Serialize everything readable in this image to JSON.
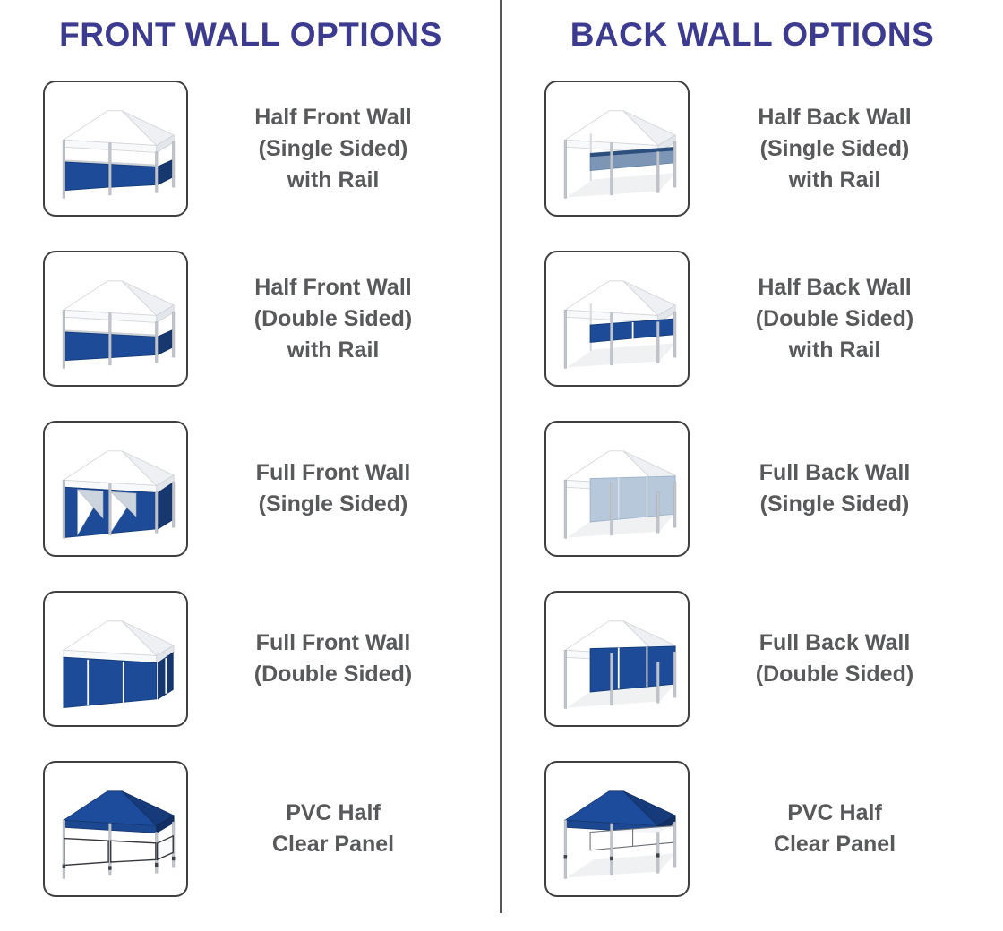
{
  "colors": {
    "heading": "#3c3b90",
    "label": "#58595b",
    "divider": "#54555a",
    "card-border": "#3f3f3f",
    "tent-blue": "#1d4b97",
    "canopy-blue": "#1e4c9d",
    "steel-blue": "#7d96b5",
    "lightwall-blue": "#b6c8da"
  },
  "columns": [
    {
      "title": "FRONT WALL OPTIONS",
      "items": [
        {
          "label": "Half Front Wall\n(Single Sided)\nwith Rail",
          "icon": "tent-half-front-wall-single-icon"
        },
        {
          "label": "Half Front Wall\n(Double Sided)\nwith Rail",
          "icon": "tent-half-front-wall-double-icon"
        },
        {
          "label": "Full Front Wall\n(Single Sided)",
          "icon": "tent-full-front-wall-single-icon"
        },
        {
          "label": "Full Front Wall\n(Double Sided)",
          "icon": "tent-full-front-wall-double-icon"
        },
        {
          "label": "PVC Half\nClear Panel",
          "icon": "tent-pvc-half-clear-front-icon"
        }
      ]
    },
    {
      "title": "BACK WALL OPTIONS",
      "items": [
        {
          "label": "Half Back Wall\n(Single Sided)\nwith Rail",
          "icon": "tent-half-back-wall-single-icon"
        },
        {
          "label": "Half Back Wall\n(Double Sided)\nwith Rail",
          "icon": "tent-half-back-wall-double-icon"
        },
        {
          "label": "Full Back Wall\n(Single Sided)",
          "icon": "tent-full-back-wall-single-icon"
        },
        {
          "label": "Full Back Wall\n(Double Sided)",
          "icon": "tent-full-back-wall-double-icon"
        },
        {
          "label": "PVC Half\nClear Panel",
          "icon": "tent-pvc-half-clear-back-icon"
        }
      ]
    }
  ]
}
